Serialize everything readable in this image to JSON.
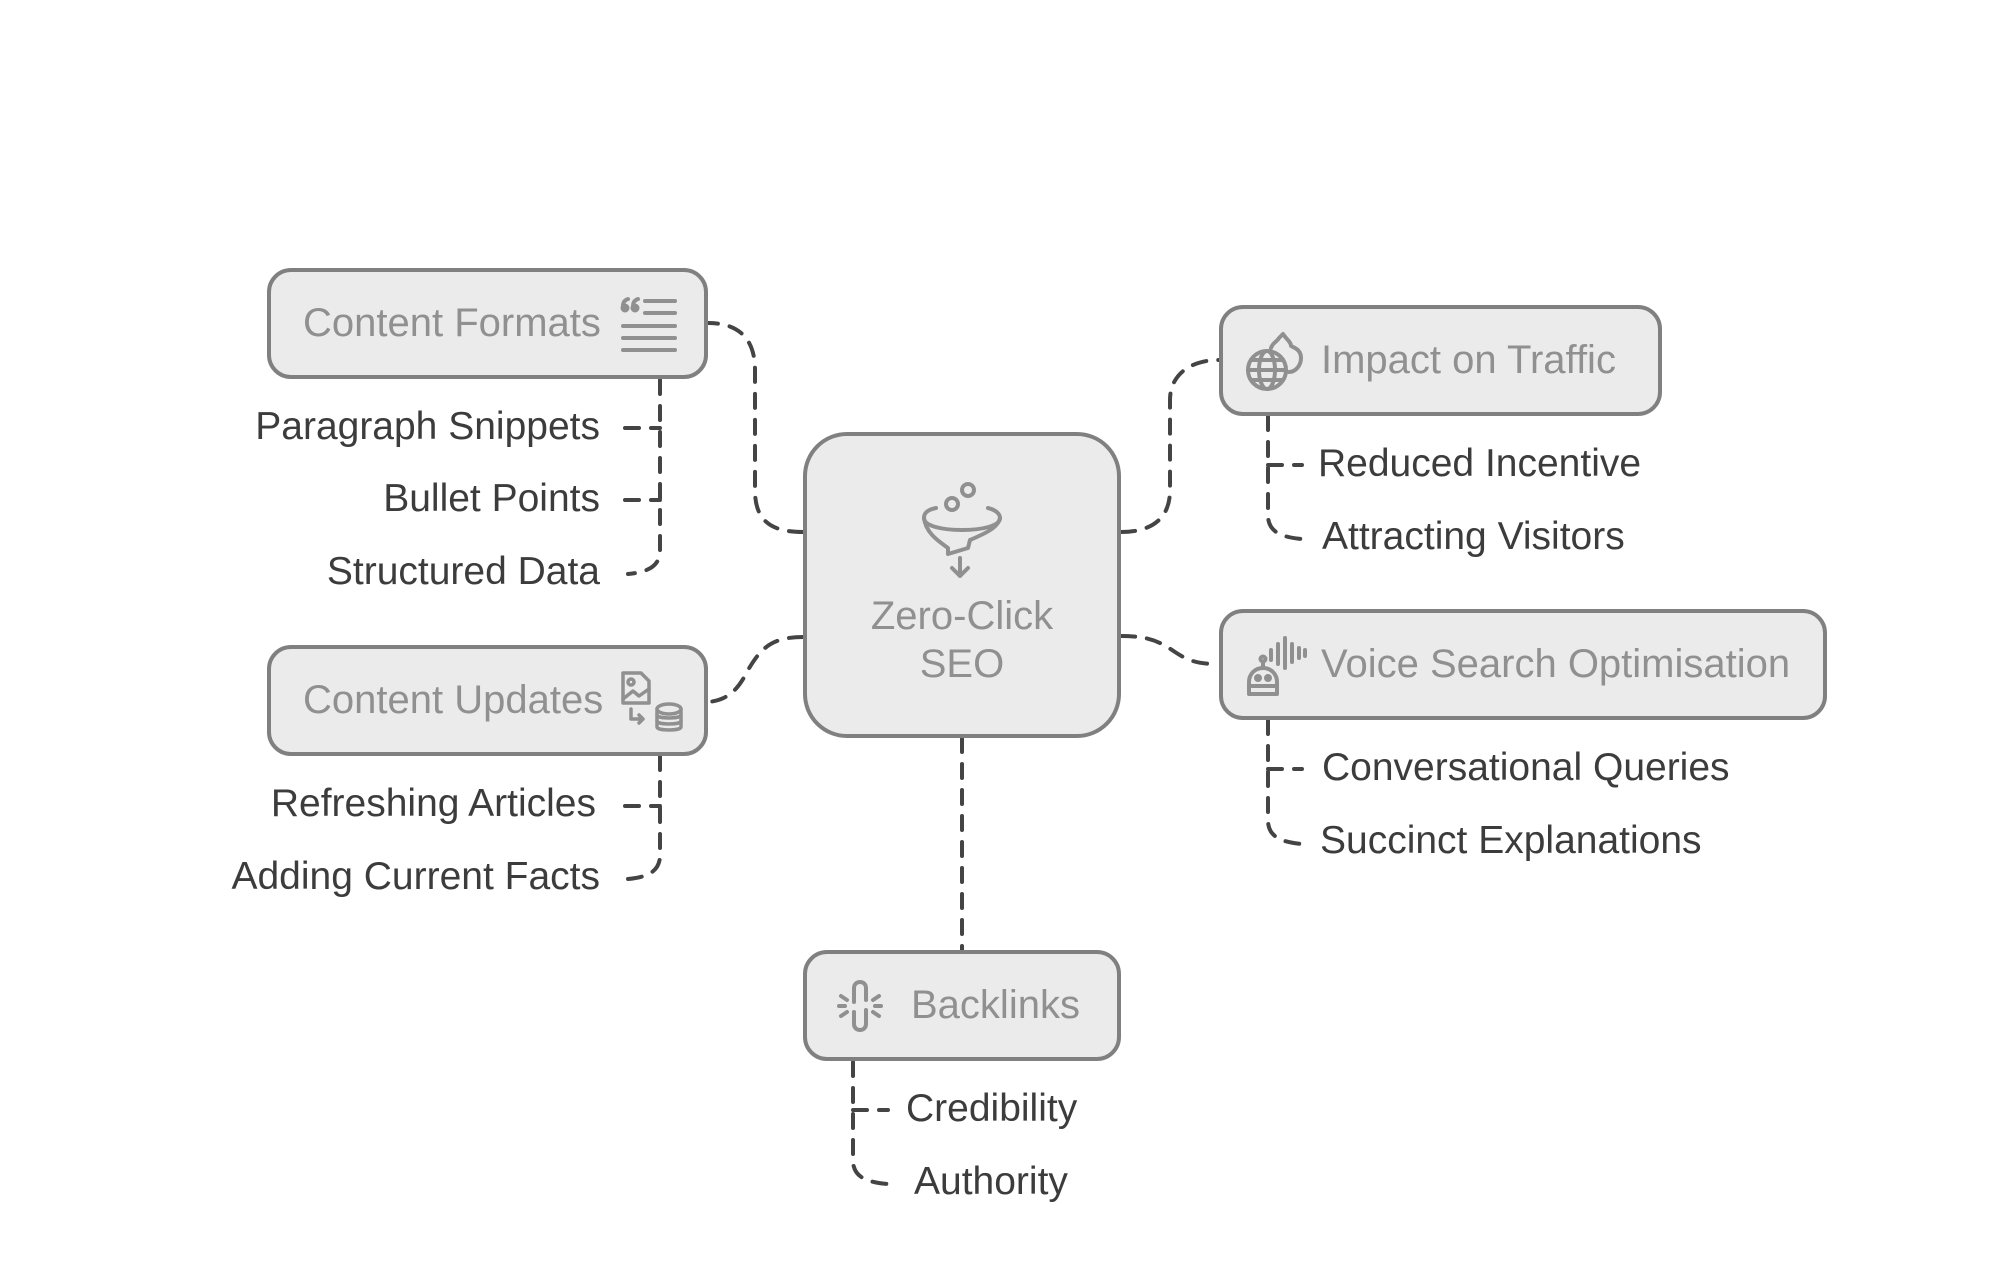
{
  "center": {
    "label": "Zero-Click SEO",
    "icon": "funnel-icon"
  },
  "branches": [
    {
      "id": "content-formats",
      "label": "Content Formats",
      "icon": "quote-lines-icon",
      "children": [
        "Paragraph Snippets",
        "Bullet Points",
        "Structured Data"
      ]
    },
    {
      "id": "content-updates",
      "label": "Content Updates",
      "icon": "image-database-icon",
      "children": [
        "Refreshing Articles",
        "Adding Current Facts"
      ]
    },
    {
      "id": "impact-on-traffic",
      "label": "Impact on Traffic",
      "icon": "globe-fire-icon",
      "children": [
        "Reduced Incentive",
        "Attracting Visitors"
      ]
    },
    {
      "id": "voice-search",
      "label": "Voice Search Optimisation",
      "icon": "voice-assistant-icon",
      "children": [
        "Conversational Queries",
        "Succinct Explanations"
      ]
    },
    {
      "id": "backlinks",
      "label": "Backlinks",
      "icon": "broken-link-icon",
      "children": [
        "Credibility",
        "Authority"
      ]
    }
  ],
  "colors": {
    "node_fill": "#ebebeb",
    "node_border": "#808080",
    "node_text": "#909090",
    "leaf_text": "#3c3c3c",
    "connector": "#444444"
  }
}
